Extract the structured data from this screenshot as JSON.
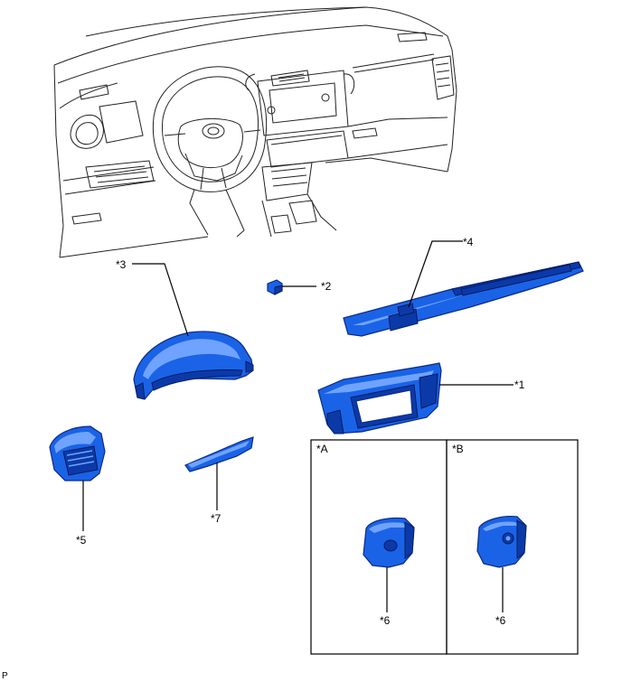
{
  "callouts": {
    "c1": "*1",
    "c2": "*2",
    "c3": "*3",
    "c4": "*4",
    "c5": "*5",
    "c7": "*7",
    "c6a": "*6",
    "c6b": "*6"
  },
  "boxes": {
    "a": "*A",
    "b": "*B"
  },
  "footer": "P",
  "colors": {
    "part_fill": "#1a63e6",
    "part_edge": "#0a2a88",
    "line_art": "#000000"
  }
}
